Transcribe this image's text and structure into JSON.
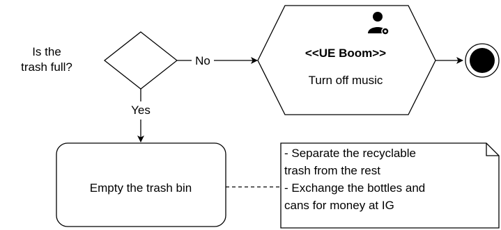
{
  "decision": {
    "question_line1": "Is the",
    "question_line2": "trash full?",
    "no_label": "No",
    "yes_label": "Yes"
  },
  "action_hexagon": {
    "stereotype": "<<UE Boom>>",
    "label": "Turn off music",
    "icon": "user-settings-icon"
  },
  "action_box": {
    "label": "Empty the trash bin"
  },
  "note": {
    "line1": "- Separate the recyclable",
    "line2": "trash from the rest",
    "line3": "- Exchange the bottles and",
    "line4": "cans for money at IG"
  },
  "end_node": {
    "icon": "final-node-icon"
  },
  "colors": {
    "stroke": "#000000",
    "fill": "#ffffff"
  }
}
